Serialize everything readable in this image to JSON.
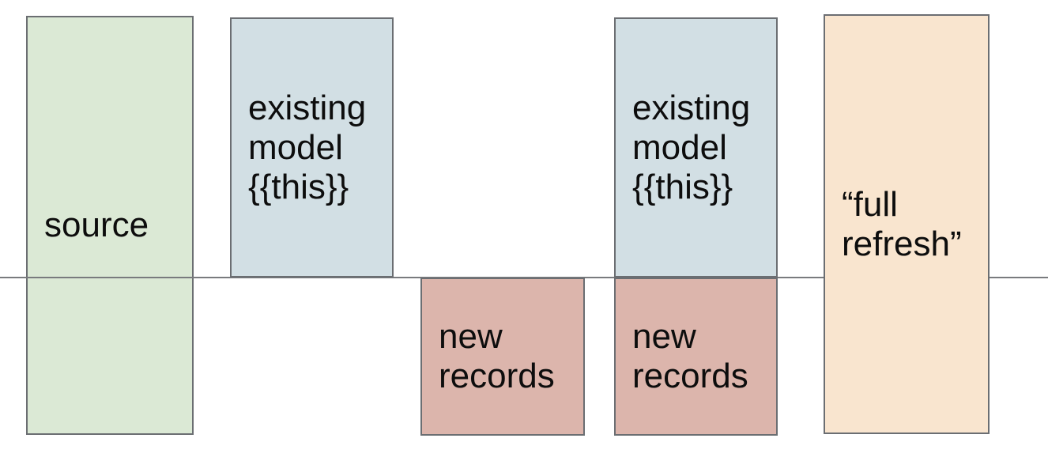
{
  "colors": {
    "background": "#ffffff",
    "source_fill": "#dbe9d5",
    "existing_model_fill": "#d2dfe4",
    "new_records_fill": "#dcb5ac",
    "full_refresh_fill": "#f9e5cf",
    "box_border": "#6b6e72",
    "divider_line": "#797b7e",
    "text": "#0d0d0d"
  },
  "boxes": [
    {
      "id": "source",
      "label": "source"
    },
    {
      "id": "existing-model-1",
      "label": "existing\nmodel\n{{this}}"
    },
    {
      "id": "new-records-1",
      "label": "new\nrecords"
    },
    {
      "id": "existing-model-2",
      "label": "existing\nmodel\n{{this}}"
    },
    {
      "id": "new-records-2",
      "label": "new\nrecords"
    },
    {
      "id": "full-refresh",
      "label": "“full\nrefresh”"
    }
  ]
}
